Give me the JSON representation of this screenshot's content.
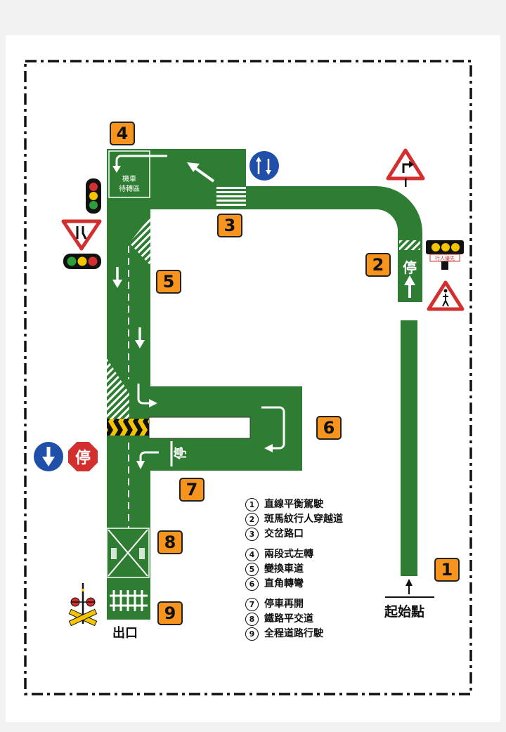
{
  "stations": [
    {
      "num": "1",
      "label": "直線平衡駕駛"
    },
    {
      "num": "2",
      "label": "斑馬紋行人穿越道"
    },
    {
      "num": "3",
      "label": "交岔路口"
    },
    {
      "num": "4",
      "label": "兩段式左轉"
    },
    {
      "num": "5",
      "label": "變換車道"
    },
    {
      "num": "6",
      "label": "直角轉彎"
    },
    {
      "num": "7",
      "label": "停車再開"
    },
    {
      "num": "8",
      "label": "鐵路平交道"
    },
    {
      "num": "9",
      "label": "全程道路行駛"
    }
  ],
  "legend_markers": [
    "①",
    "②",
    "③",
    "④",
    "⑤",
    "⑥",
    "⑦",
    "⑧",
    "⑨"
  ],
  "start_label": "起始點",
  "exit_label": "出口",
  "waiting_zone_line1": "機車",
  "waiting_zone_line2": "待轉區",
  "stop_marking": "停",
  "stop_sign_text": "停",
  "ped_signal_text": "行人優先",
  "colors": {
    "road": "#2e7d32",
    "badge": "#f7941d",
    "sign_blue": "#1f4fa8",
    "sign_red": "#d32f2f"
  }
}
